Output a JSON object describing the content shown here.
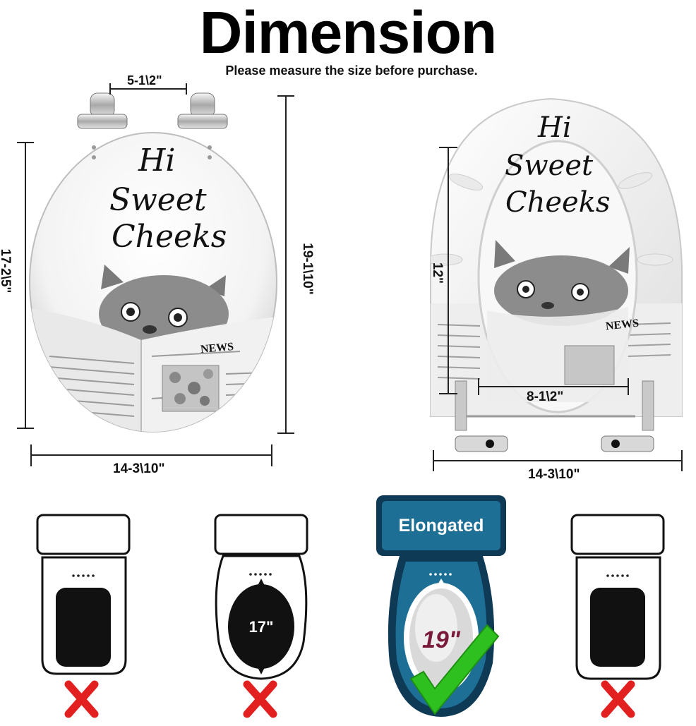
{
  "header": {
    "title": "Dimension",
    "subtitle": "Please measure the size before purchase."
  },
  "seat_front": {
    "text_line1": "Hi",
    "text_line2": "Sweet",
    "text_line3": "Cheeks",
    "news_label": "NEWS",
    "dims": {
      "hinge_spacing": "5-1\\2\"",
      "seat_length": "17-2\\5\"",
      "total_length": "19-1\\10\"",
      "width": "14-3\\10\""
    }
  },
  "seat_open": {
    "text_line1": "Hi",
    "text_line2": "Sweet",
    "text_line3": "Cheeks",
    "news_label": "NEWS",
    "dims": {
      "opening_length": "12\"",
      "opening_width": "8-1\\2\"",
      "width": "14-3\\10\""
    }
  },
  "shape_guide": {
    "items": [
      {
        "shape": "square",
        "label": "",
        "status": "cross"
      },
      {
        "shape": "round",
        "label": "17\"",
        "status": "cross"
      },
      {
        "shape": "elongated",
        "label": "19\"",
        "tag": "Elongated",
        "status": "check"
      },
      {
        "shape": "square",
        "label": "",
        "status": "cross"
      }
    ],
    "colors": {
      "cross": "#e32020",
      "check": "#2ec01e",
      "elongated_frame": "#0f3a55",
      "elongated_accent": "#1d6f96",
      "size_text": "#7a1a3a"
    }
  }
}
